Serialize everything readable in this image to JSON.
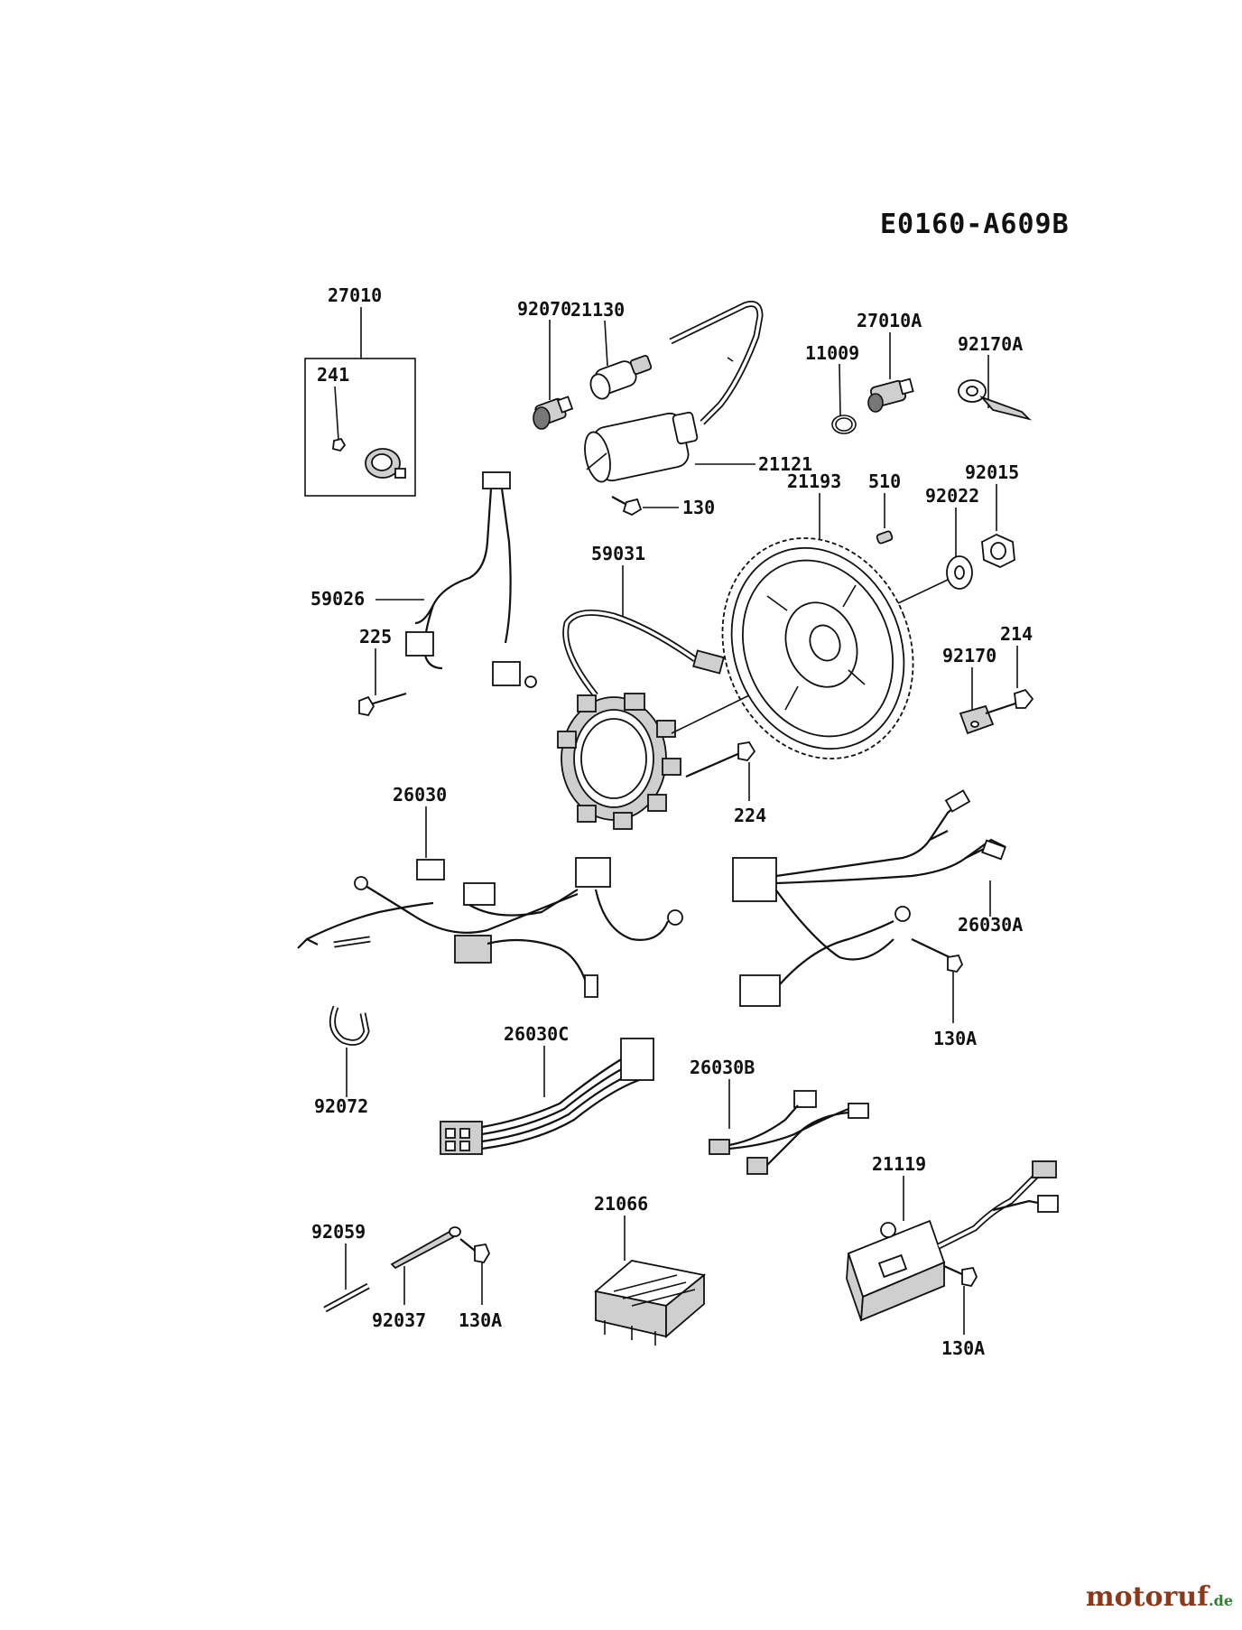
{
  "diagram": {
    "code": "E0160-A609B",
    "watermark": {
      "name": "motoruf",
      "suffix": ".de"
    }
  },
  "parts": {
    "p27010": "27010",
    "p241": "241",
    "p21130": "21130",
    "p92070": "92070",
    "p27010A": "27010A",
    "p11009": "11009",
    "p92170A": "92170A",
    "p21121": "21121",
    "p130": "130",
    "p21193": "21193",
    "p510": "510",
    "p92022": "92022",
    "p92015": "92015",
    "p59031": "59031",
    "p59026": "59026",
    "p225": "225",
    "p214": "214",
    "p92170": "92170",
    "p224": "224",
    "p26030": "26030",
    "p26030A": "26030A",
    "p130A_1": "130A",
    "p92072": "92072",
    "p26030C": "26030C",
    "p26030B": "26030B",
    "p21119": "21119",
    "p21066": "21066",
    "p92059": "92059",
    "p92037": "92037",
    "p130A_2": "130A",
    "p130A_3": "130A"
  },
  "colors": {
    "ink": "#111111",
    "logo_brown": "#8a3a1c",
    "logo_green": "#2e7d32"
  }
}
